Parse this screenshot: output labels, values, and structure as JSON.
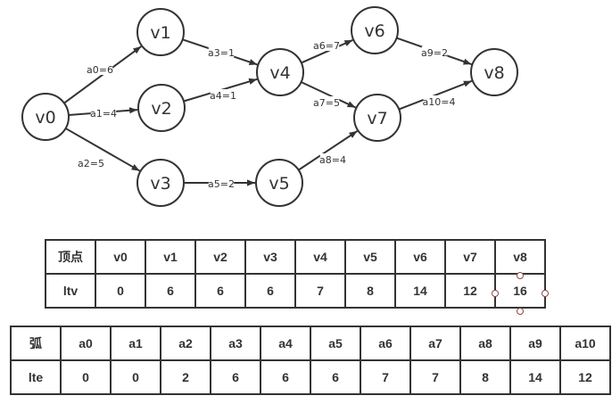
{
  "graph": {
    "nodes": [
      {
        "id": "v0",
        "label": "v0"
      },
      {
        "id": "v1",
        "label": "v1"
      },
      {
        "id": "v2",
        "label": "v2"
      },
      {
        "id": "v3",
        "label": "v3"
      },
      {
        "id": "v4",
        "label": "v4"
      },
      {
        "id": "v5",
        "label": "v5"
      },
      {
        "id": "v6",
        "label": "v6"
      },
      {
        "id": "v7",
        "label": "v7"
      },
      {
        "id": "v8",
        "label": "v8"
      }
    ],
    "edges": [
      {
        "from": "v0",
        "to": "v1",
        "label": "a0=6"
      },
      {
        "from": "v0",
        "to": "v2",
        "label": "a1=4"
      },
      {
        "from": "v0",
        "to": "v3",
        "label": "a2=5"
      },
      {
        "from": "v1",
        "to": "v4",
        "label": "a3=1"
      },
      {
        "from": "v2",
        "to": "v4",
        "label": "a4=1"
      },
      {
        "from": "v3",
        "to": "v5",
        "label": "a5=2"
      },
      {
        "from": "v4",
        "to": "v6",
        "label": "a6=7"
      },
      {
        "from": "v4",
        "to": "v7",
        "label": "a7=5"
      },
      {
        "from": "v5",
        "to": "v7",
        "label": "a8=4"
      },
      {
        "from": "v6",
        "to": "v8",
        "label": "a9=2"
      },
      {
        "from": "v7",
        "to": "v8",
        "label": "a10=4"
      }
    ]
  },
  "vertex_table": {
    "header": [
      "顶点",
      "v0",
      "v1",
      "v2",
      "v3",
      "v4",
      "v5",
      "v6",
      "v7",
      "v8"
    ],
    "row": [
      "ltv",
      "0",
      "6",
      "6",
      "6",
      "7",
      "8",
      "14",
      "12",
      "16"
    ]
  },
  "arc_table": {
    "header": [
      "弧",
      "a0",
      "a1",
      "a2",
      "a3",
      "a4",
      "a5",
      "a6",
      "a7",
      "a8",
      "a9",
      "a10"
    ],
    "row": [
      "lte",
      "0",
      "0",
      "2",
      "6",
      "6",
      "6",
      "7",
      "7",
      "8",
      "14",
      "12"
    ]
  }
}
